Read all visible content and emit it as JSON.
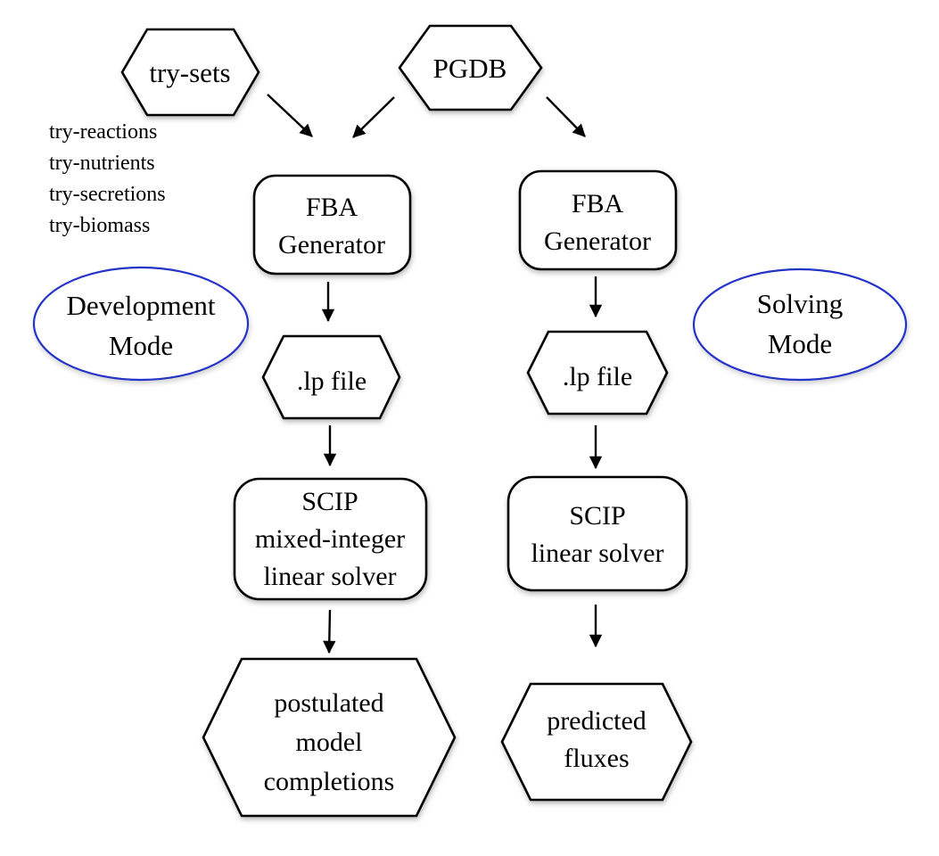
{
  "diagram": {
    "nodes": {
      "try_sets": {
        "label": "try-sets"
      },
      "pgdb": {
        "label": "PGDB"
      },
      "try_list": {
        "lines": [
          "try-reactions",
          "try-nutrients",
          "try-secretions",
          "try-biomass"
        ]
      },
      "fba_generator_left": {
        "lines": [
          "FBA",
          "Generator"
        ]
      },
      "fba_generator_right": {
        "lines": [
          "FBA",
          "Generator"
        ]
      },
      "development_mode": {
        "lines": [
          "Development",
          "Mode"
        ]
      },
      "solving_mode": {
        "lines": [
          "Solving",
          "Mode"
        ]
      },
      "lp_file_left": {
        "label": ".lp file"
      },
      "lp_file_right": {
        "label": ".lp file"
      },
      "scip_mixed_integer": {
        "lines": [
          "SCIP",
          "mixed-integer",
          "linear solver"
        ]
      },
      "scip_linear": {
        "lines": [
          "SCIP",
          "linear solver"
        ]
      },
      "postulated_completions": {
        "lines": [
          "postulated",
          "model",
          "completions"
        ]
      },
      "predicted_fluxes": {
        "lines": [
          "predicted",
          "fluxes"
        ]
      }
    },
    "colors": {
      "shape_stroke": "#000000",
      "mode_ellipse_stroke": "#2433c8",
      "text": "#000000",
      "background": "#ffffff"
    }
  }
}
